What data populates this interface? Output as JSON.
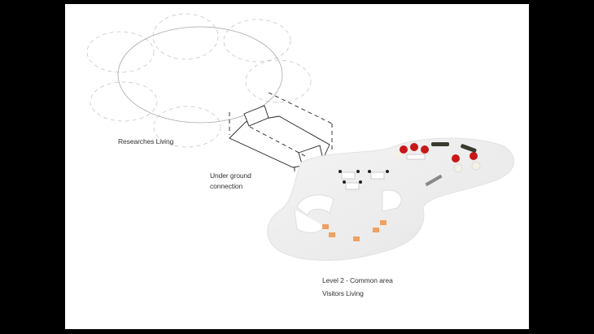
{
  "labels": {
    "researches": "Researches Living",
    "underground_1": "Under ground",
    "underground_2": "connection",
    "level2": "Level 2 - Common area",
    "visitors": "Visitors Living"
  },
  "colors": {
    "chair_orange": "#f0a060",
    "pod_red": "#c81818",
    "sofa_dark": "#3a3a30"
  }
}
